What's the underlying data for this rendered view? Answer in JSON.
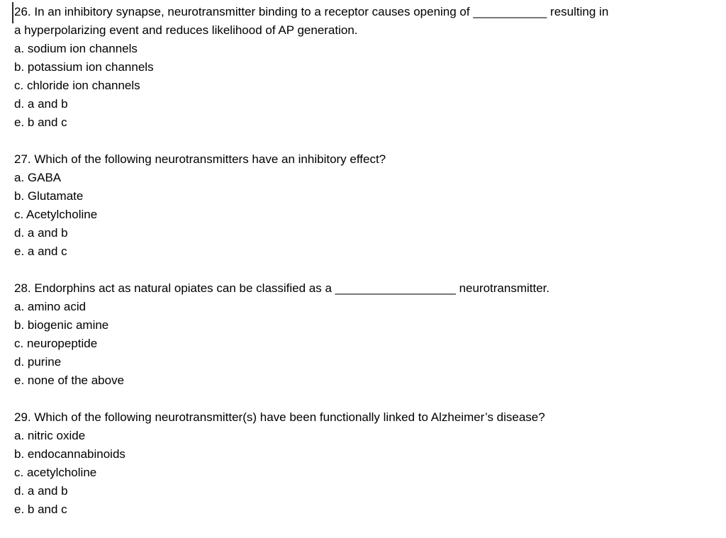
{
  "page": {
    "background": "#ffffff",
    "text_color": "#000000",
    "caret_color": "#2b2b2b"
  },
  "questions": [
    {
      "number": "26",
      "lines": [
        "26. In an inhibitory synapse, neurotransmitter binding to a receptor causes opening of ___________ resulting in",
        "a hyperpolarizing event and reduces likelihood of AP generation."
      ],
      "options": [
        "a. sodium ion channels",
        "b. potassium ion channels",
        "c. chloride ion channels",
        "d. a and b",
        "e. b and c"
      ]
    },
    {
      "number": "27",
      "lines": [
        "27. Which of the following neurotransmitters have an inhibitory effect?"
      ],
      "options": [
        "a. GABA",
        "b. Glutamate",
        "c. Acetylcholine",
        "d. a and b",
        "e. a and c"
      ]
    },
    {
      "number": "28",
      "lines": [
        "28. Endorphins act as natural opiates can be classified as a __________________ neurotransmitter."
      ],
      "options": [
        "a. amino acid",
        "b. biogenic amine",
        "c. neuropeptide",
        "d. purine",
        "e. none of the above"
      ]
    },
    {
      "number": "29",
      "lines": [
        "29. Which of the following neurotransmitter(s) have been functionally linked to Alzheimer’s disease?"
      ],
      "options": [
        "a. nitric oxide",
        "b. endocannabinoids",
        "c. acetylcholine",
        "d. a and b",
        "e. b and c"
      ]
    }
  ]
}
